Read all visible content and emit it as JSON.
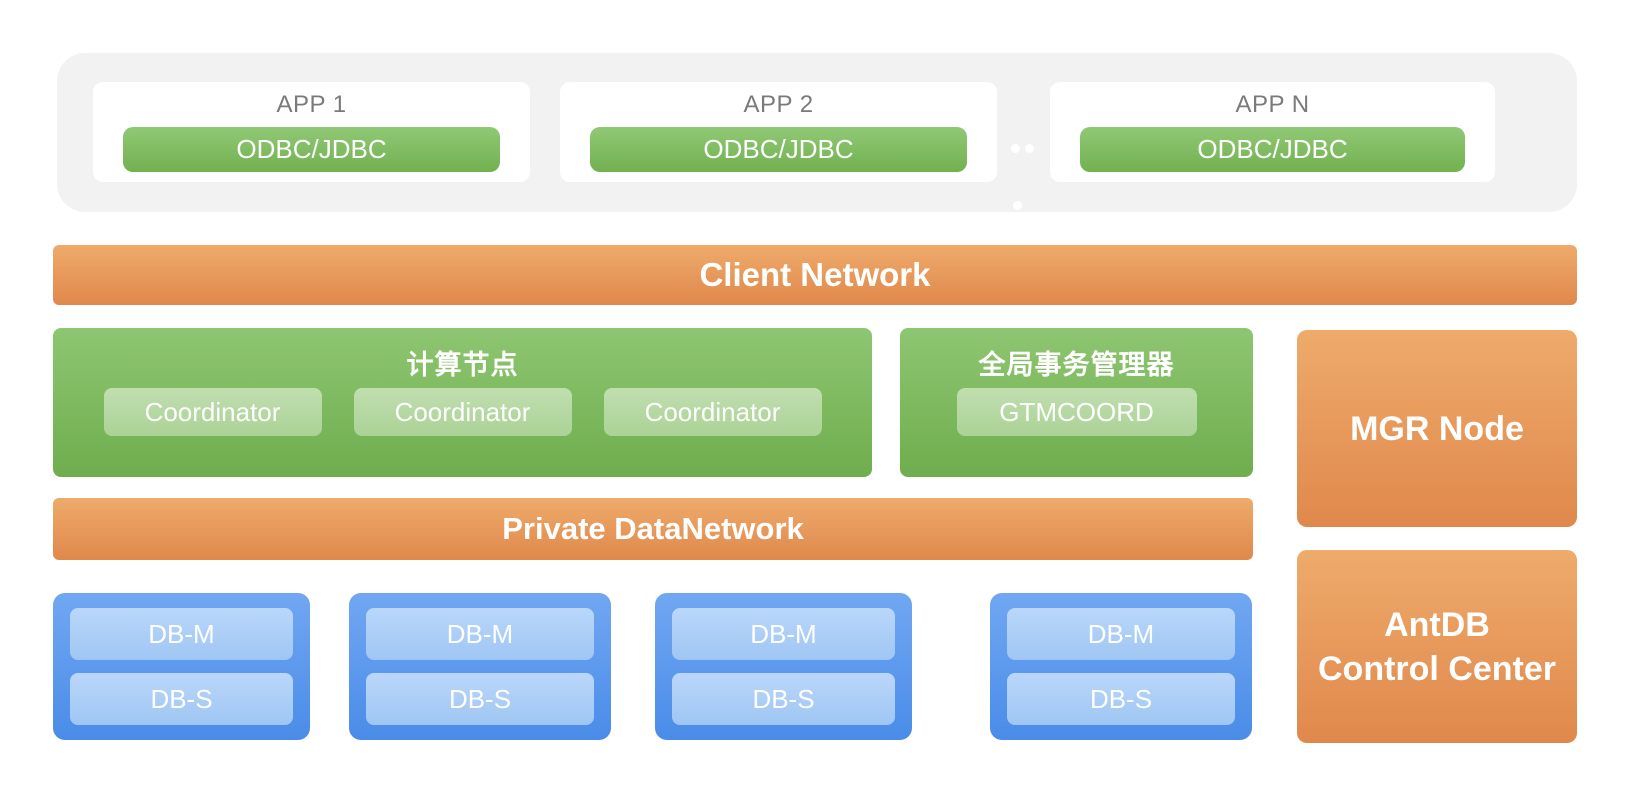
{
  "colors": {
    "orange_top": "#eeab6b",
    "orange_bottom": "#e0884c",
    "green_top": "#8ec671",
    "green_bottom": "#6fad4e",
    "green_btn_top": "#90c975",
    "green_btn_bottom": "#72b050",
    "green_chip_top": "#c0dfb0",
    "green_chip_bottom": "#abd296",
    "blue_top": "#71a7f2",
    "blue_bottom": "#4a8ce8",
    "blue_chip_top": "#bad7fa",
    "blue_chip_bottom": "#9fc6f3",
    "panel_gray": "#f2f2f2",
    "app_title_gray": "#7a7a7a"
  },
  "app_layer": {
    "apps": [
      {
        "title": "APP 1",
        "connector": "ODBC/JDBC"
      },
      {
        "title": "APP 2",
        "connector": "ODBC/JDBC"
      },
      {
        "title": "APP N",
        "connector": "ODBC/JDBC"
      }
    ]
  },
  "client_network": {
    "label": "Client Network"
  },
  "compute_node": {
    "title": "计算节点",
    "coordinators": [
      "Coordinator",
      "Coordinator",
      "Coordinator"
    ]
  },
  "gtm": {
    "title": "全局事务管理器",
    "node": "GTMCOORD"
  },
  "mgr_node": {
    "label": "MGR Node"
  },
  "private_network": {
    "label": "Private DataNetwork"
  },
  "data_nodes": [
    {
      "master": "DB-M",
      "standby": "DB-S"
    },
    {
      "master": "DB-M",
      "standby": "DB-S"
    },
    {
      "master": "DB-M",
      "standby": "DB-S"
    },
    {
      "master": "DB-M",
      "standby": "DB-S"
    }
  ],
  "control_center": {
    "line1": "AntDB",
    "line2": "Control Center"
  }
}
